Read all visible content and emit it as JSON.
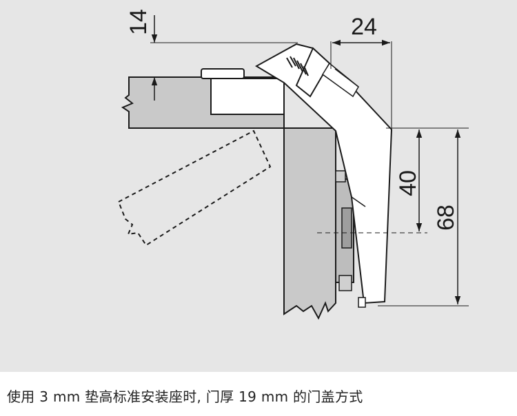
{
  "dimensions": {
    "overlay": "14",
    "cup_distance": "24",
    "hinge_height": "40",
    "total_height": "68"
  },
  "caption": "使用 3 mm 垫高标准安装座时, 门厚 19 mm 的门盖方式",
  "colors": {
    "background": "#e6e6e6",
    "panel": "#c9c9c9",
    "hinge": "#ffffff",
    "line": "#1a1a1a",
    "caption_bg": "#ffffff"
  }
}
